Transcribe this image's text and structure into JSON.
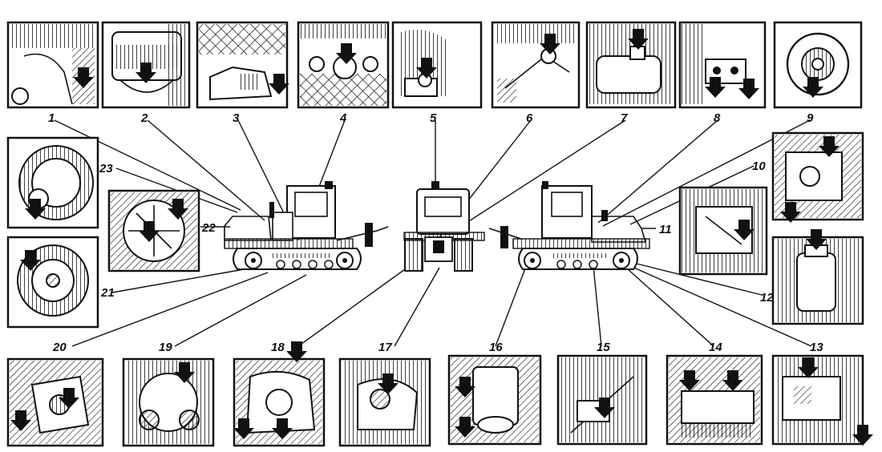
{
  "callouts": [
    {
      "n": "1",
      "panel": "grease-nipple"
    },
    {
      "n": "2",
      "panel": "filter-housing"
    },
    {
      "n": "3",
      "panel": "crankcase-cover"
    },
    {
      "n": "4",
      "panel": "fuel-pump"
    },
    {
      "n": "5",
      "panel": "tank-cap"
    },
    {
      "n": "6",
      "panel": "lever-joint"
    },
    {
      "n": "7",
      "panel": "reservoir-cap"
    },
    {
      "n": "8",
      "panel": "control-valve"
    },
    {
      "n": "9",
      "panel": "pulley-hub"
    },
    {
      "n": "10",
      "panel": "gearbox-side"
    },
    {
      "n": "11",
      "panel": "cab-linkage"
    },
    {
      "n": "12",
      "panel": "oil-filter"
    },
    {
      "n": "13",
      "panel": "transmission-cover"
    },
    {
      "n": "14",
      "panel": "track-roller"
    },
    {
      "n": "15",
      "panel": "linkage-arm"
    },
    {
      "n": "16",
      "panel": "idler-bearing"
    },
    {
      "n": "17",
      "panel": "drain-plug"
    },
    {
      "n": "18",
      "panel": "final-drive"
    },
    {
      "n": "19",
      "panel": "sprocket-gear"
    },
    {
      "n": "20",
      "panel": "mount-flange"
    },
    {
      "n": "21",
      "panel": "wheel-hub"
    },
    {
      "n": "22",
      "panel": "fan-assembly"
    },
    {
      "n": "23",
      "panel": "tension-wheel"
    }
  ],
  "icons": {
    "arrow": "pointer-arrow-icon"
  }
}
